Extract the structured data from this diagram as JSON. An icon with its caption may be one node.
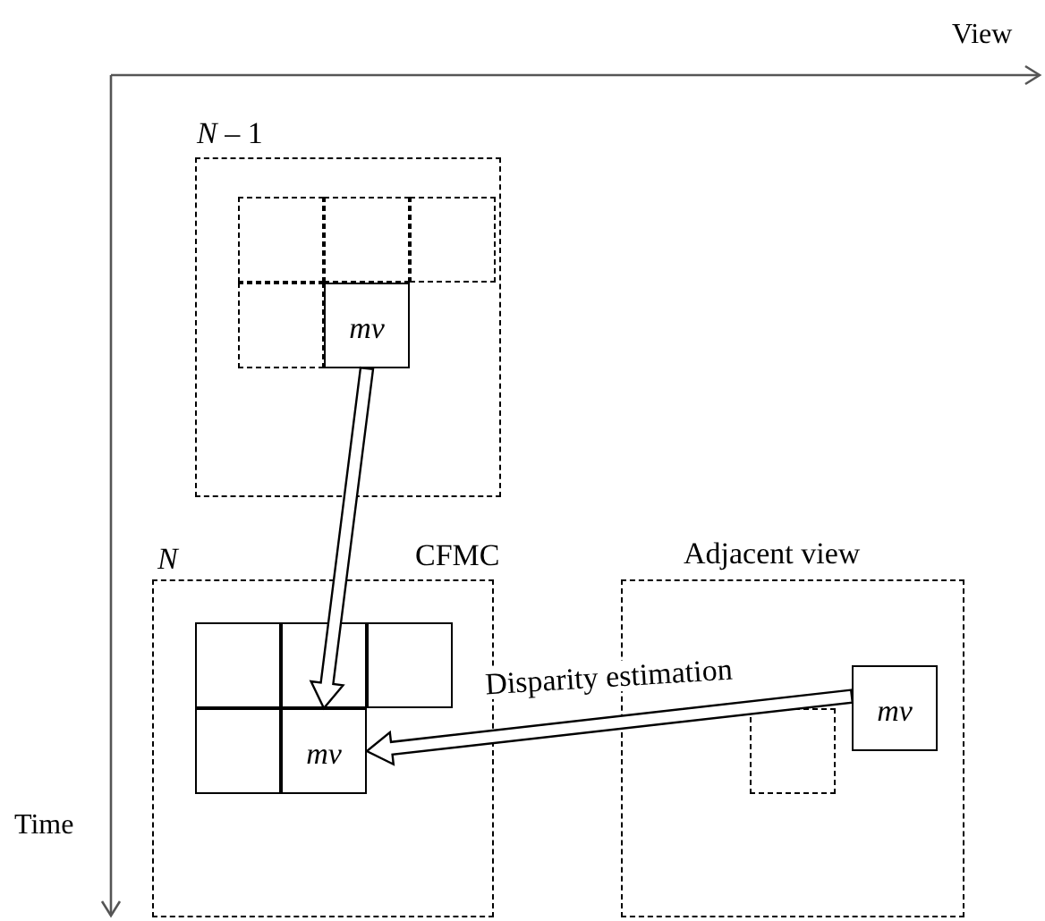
{
  "diagram": {
    "nodes": [
      {
        "text": [
          "*N* – 1"
        ]
      },
      {
        "text": [],
        "shape": "box",
        "in": 0
      },
      {
        "text": [],
        "shape": "box",
        "in": 0
      },
      {
        "text": [],
        "shape": "box",
        "in": 0
      },
      {
        "text": [],
        "shape": "box",
        "in": 0
      },
      {
        "text": [
          "mv"
        ],
        "in": 0
      },
      {
        "text": [
          "N"
        ],
        "beside": [
          "CFMC"
        ]
      },
      {
        "text": [],
        "shape": "box",
        "in": 6
      },
      {
        "text": [],
        "shape": "box",
        "in": 6
      },
      {
        "text": [],
        "shape": "box",
        "in": 6
      },
      {
        "text": [],
        "shape": "box",
        "in": 6
      },
      {
        "text": [
          "mv"
        ],
        "in": 6
      },
      {
        "text": [
          "Adjacent view"
        ]
      },
      {
        "text": [],
        "shape": "box",
        "in": 12
      },
      {
        "text": [
          "mv"
        ],
        "in": 12
      }
    ],
    "edges": [
      {
        "from": 5,
        "to": 11,
        "arrow": "to"
      },
      {
        "from": 14,
        "to": 11,
        "arrow": "to",
        "label": "Disparity estimation"
      }
    ],
    "labels": [
      "View",
      "Time"
    ]
  }
}
